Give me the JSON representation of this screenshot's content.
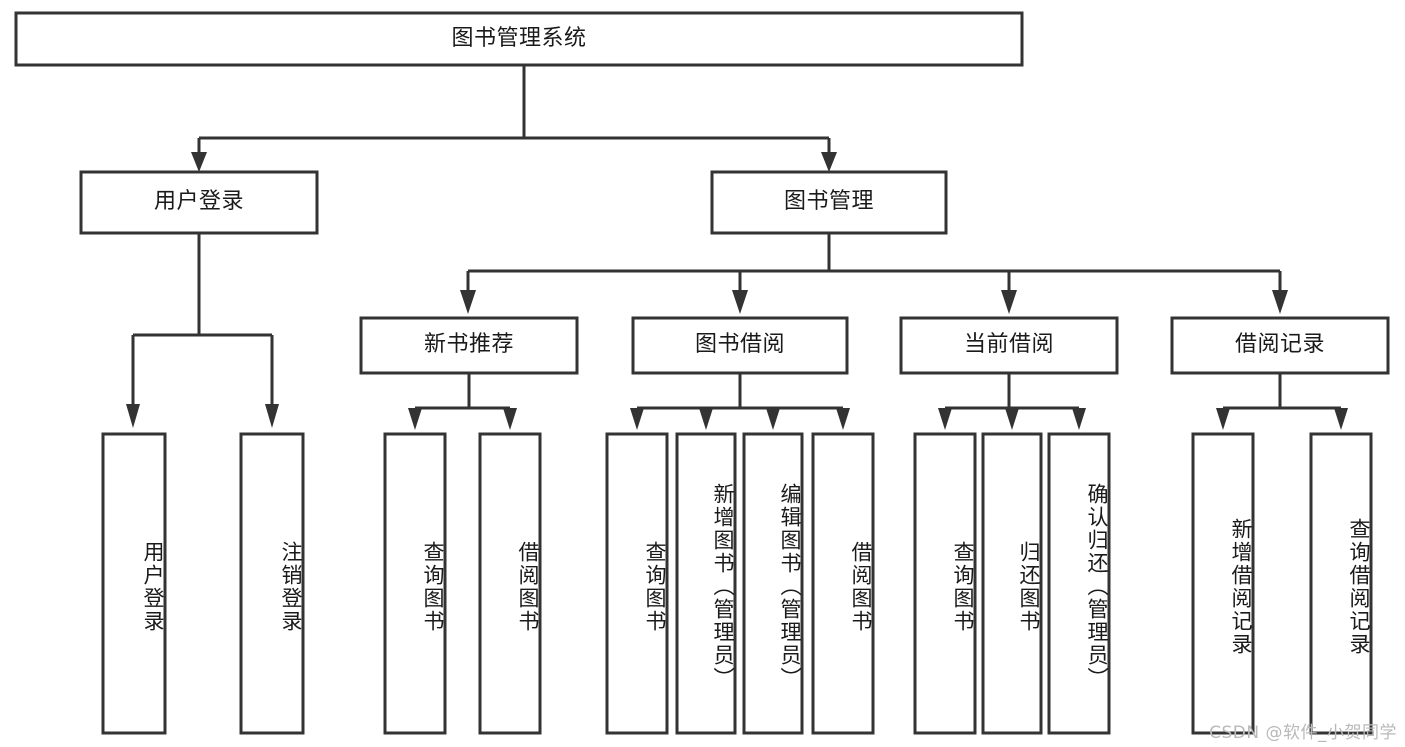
{
  "diagram": {
    "type": "tree",
    "title": "图书管理系统",
    "watermark": "CSDN @软件_小贺同学",
    "colors": {
      "stroke": "#333333",
      "fill": "#ffffff",
      "text": "#1a1a1a",
      "watermark": "#b9b9b9"
    },
    "root": {
      "label": "图书管理系统"
    },
    "level1": [
      {
        "label": "用户登录"
      },
      {
        "label": "图书管理"
      }
    ],
    "level2": [
      {
        "label": "新书推荐"
      },
      {
        "label": "图书借阅"
      },
      {
        "label": "当前借阅"
      },
      {
        "label": "借阅记录"
      }
    ],
    "leaves": {
      "user_login": [
        {
          "label": "用户登录"
        },
        {
          "label": "注销登录"
        }
      ],
      "new_book_recommend": [
        {
          "label": "查询图书"
        },
        {
          "label": "借阅图书"
        }
      ],
      "book_borrow": [
        {
          "label": "查询图书"
        },
        {
          "label": "新增图书（管理员）"
        },
        {
          "label": "编辑图书（管理员）"
        },
        {
          "label": "借阅图书"
        }
      ],
      "current_borrow": [
        {
          "label": "查询图书"
        },
        {
          "label": "归还图书"
        },
        {
          "label": "确认归还（管理员）"
        }
      ],
      "borrow_record": [
        {
          "label": "新增借阅记录"
        },
        {
          "label": "查询借阅记录"
        }
      ]
    }
  }
}
